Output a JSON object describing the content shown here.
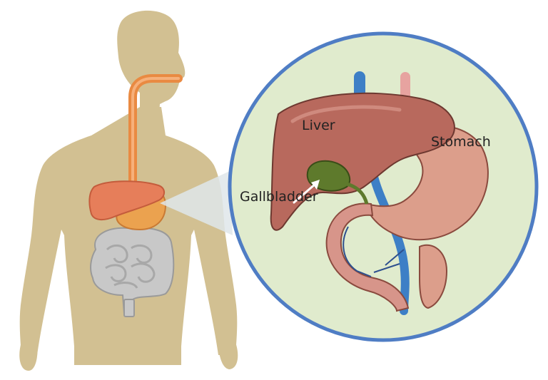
{
  "labels": {
    "liver": "Liver",
    "stomach": "Stomach",
    "gallbladder": "Gallbladder"
  },
  "colors": {
    "body_silhouette": "#d2c092",
    "inset_background": "#e0ebcd",
    "inset_border": "#4f7dc4",
    "liver": "#b8695d",
    "stomach": "#dc9e8b",
    "gallbladder": "#5e7a2c",
    "vessel_blue": "#3d7fc6",
    "esophagus": "#e98a42",
    "intestine": "#c8c8c8",
    "label_text": "#222222"
  }
}
